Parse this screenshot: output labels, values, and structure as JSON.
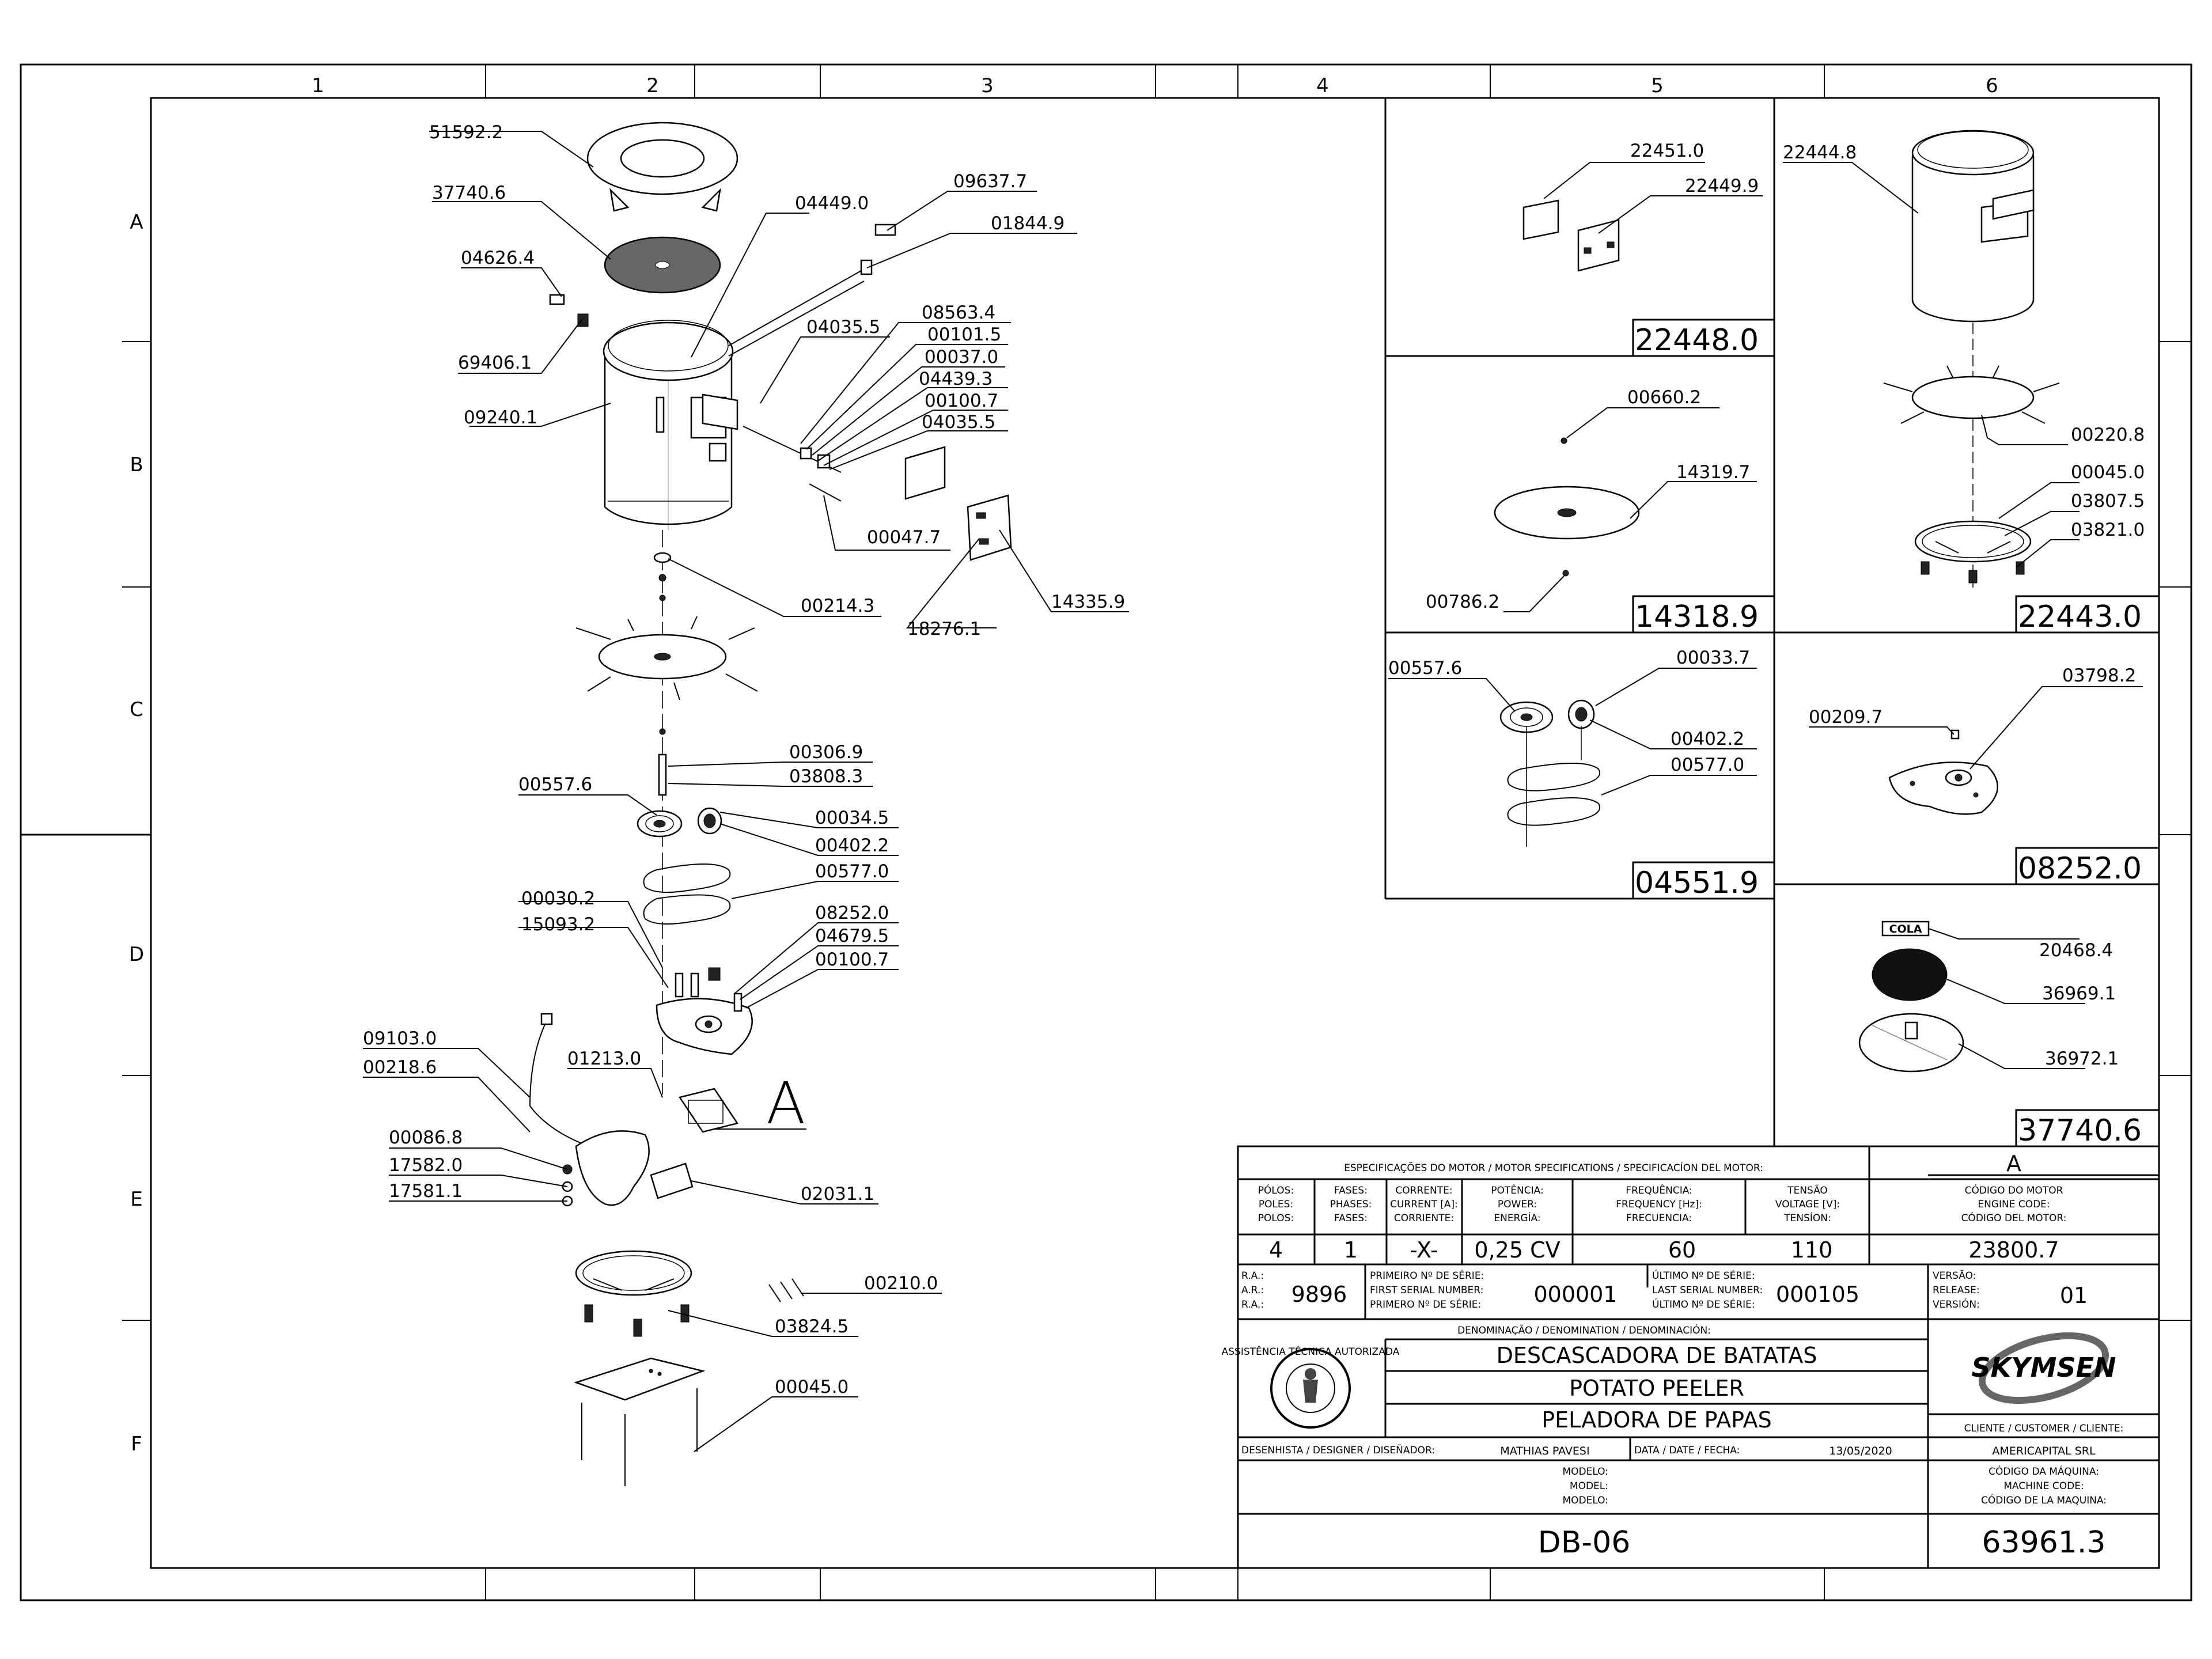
{
  "grid": {
    "columns": [
      "1",
      "2",
      "3",
      "4",
      "5",
      "6"
    ],
    "rows": [
      "A",
      "B",
      "C",
      "D",
      "E",
      "F"
    ]
  },
  "parts": {
    "p51592_2": "51592.2",
    "p37740_6": "37740.6",
    "p04626_4": "04626.4",
    "p69406_1": "69406.1",
    "p09240_1": "09240.1",
    "p04449_0": "04449.0",
    "p09637_7": "09637.7",
    "p01844_9": "01844.9",
    "p08563_4": "08563.4",
    "p04035_5a": "04035.5",
    "p00101_5": "00101.5",
    "p00037_0": "00037.0",
    "p04439_3": "04439.3",
    "p00100_7a": "00100.7",
    "p04035_5b": "04035.5",
    "p00047_7": "00047.7",
    "p18276_1": "18276.1",
    "p14335_9": "14335.9",
    "p00214_3": "00214.3",
    "p00306_9": "00306.9",
    "p03808_3": "03808.3",
    "p00557_6a": "00557.6",
    "p00034_5": "00034.5",
    "p00402_2a": "00402.2",
    "p00577_0a": "00577.0",
    "p00030_2": "00030.2",
    "p15093_2": "15093.2",
    "p08252_0": "08252.0",
    "p04679_5": "04679.5",
    "p00100_7b": "00100.7",
    "p09103_0": "09103.0",
    "p00218_6": "00218.6",
    "p01213_0": "01213.0",
    "p00086_8": "00086.8",
    "p17582_0": "17582.0",
    "p17581_1": "17581.1",
    "p02031_1": "02031.1",
    "p00210_0": "00210.0",
    "p03824_5": "03824.5",
    "p00045_0a": "00045.0",
    "p22451_0": "22451.0",
    "p22449_9": "22449.9",
    "p22444_8": "22444.8",
    "p00660_2": "00660.2",
    "p14319_7": "14319.7",
    "p00786_2": "00786.2",
    "p00220_8": "00220.8",
    "p00045_0b": "00045.0",
    "p03807_5": "03807.5",
    "p03821_0": "03821.0",
    "p00557_6b": "00557.6",
    "p00033_7": "00033.7",
    "p00402_2b": "00402.2",
    "p00577_0b": "00577.0",
    "p00209_7": "00209.7",
    "p03798_2": "03798.2",
    "p20468_4": "20468.4",
    "p36969_1": "36969.1",
    "p36972_1": "36972.1",
    "cola": "COLA"
  },
  "detail_codes": {
    "d22448": "22448.0",
    "d14318": "14318.9",
    "d04551": "04551.9",
    "d22443": "22443.0",
    "d08252": "08252.0",
    "d37740": "37740.6"
  },
  "callout": "A",
  "title_block": {
    "motor_spec_header": "ESPECIFICAÇÕES DO MOTOR / MOTOR SPECIFICATIONS / SPECIFICACÍON DEL MOTOR:",
    "motor_letter": "A",
    "col_poles": [
      "PÓLOS:",
      "POLES:",
      "POLOS:"
    ],
    "col_phases": [
      "FASES:",
      "PHASES:",
      "FASES:"
    ],
    "col_current": [
      "CORRENTE:",
      "CURRENT [A]:",
      "CORRIENTE:"
    ],
    "col_power": [
      "POTÊNCIA:",
      "POWER:",
      "ENERGÍA:"
    ],
    "col_freq": [
      "FREQUÊNCIA:",
      "FREQUENCY [Hz]:",
      "FRECUENCIA:"
    ],
    "col_voltage": [
      "TENSÃO",
      "VOLTAGE [V]:",
      "TENSÍON:"
    ],
    "col_engine": [
      "CÓDIGO DO MOTOR",
      "ENGINE CODE:",
      "CÓDIGO DEL MOTOR:"
    ],
    "poles": "4",
    "phases": "1",
    "current": "-X-",
    "power": "0,25 CV",
    "frequency": "60",
    "voltage": "110",
    "engine_code": "23800.7",
    "ra_labels": [
      "R.A.:",
      "A.R.:",
      "R.A.:"
    ],
    "ra": "9896",
    "first_serial_labels": [
      "PRIMEIRO Nº DE SÉRIE:",
      "FIRST SERIAL NUMBER:",
      "PRIMERO Nº DE SÉRIE:"
    ],
    "first_serial": "000001",
    "last_serial_labels": [
      "ÚLTIMO Nº DE SÉRIE:",
      "LAST SERIAL NUMBER:",
      "ÚLTIMO Nº DE SÉRIE:"
    ],
    "last_serial": "000105",
    "version_labels": [
      "VERSÃO:",
      "RELEASE:",
      "VERSIÓN:"
    ],
    "version": "01",
    "denomination_header": "DENOMINAÇÃO / DENOMINATION / DENOMINACIÓN:",
    "name_pt": "DESCASCADORA DE BATATAS",
    "name_en": "POTATO PEELER",
    "name_es": "PELADORA DE PAPAS",
    "brand": "SKYMSEN",
    "seal_text": "ASSISTÊNCIA TÉCNICA AUTORIZADA",
    "designer_label": "DESENHISTA / DESIGNER / DISEÑADOR:",
    "designer": "MATHIAS PAVESI",
    "date_label": "DATA / DATE / FECHA:",
    "date": "13/05/2020",
    "client_label": "CLIENTE / CUSTOMER / CLIENTE:",
    "client": "AMERICAPITAL SRL",
    "model_labels": [
      "MODELO:",
      "MODEL:",
      "MODELO:"
    ],
    "model": "DB-06",
    "machine_code_labels": [
      "CÓDIGO DA MÁQUINA:",
      "MACHINE CODE:",
      "CÓDIGO DE LA MAQUINA:"
    ],
    "machine_code": "63961.3"
  }
}
